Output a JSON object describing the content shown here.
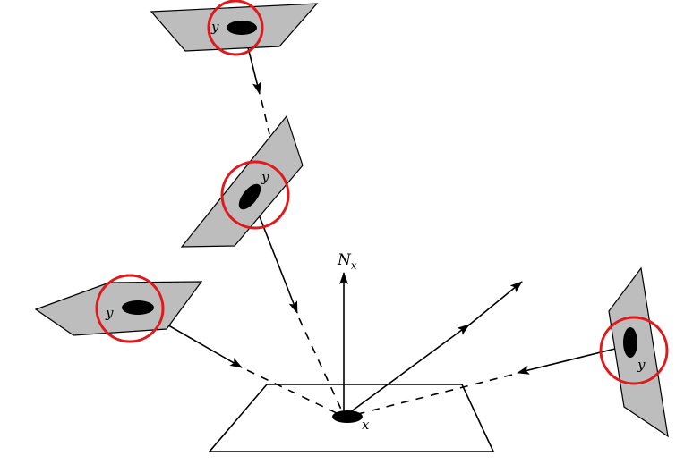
{
  "labels": {
    "normal": "N",
    "normal_subscript": "x",
    "receiver_point": "x",
    "emitter_point": "y"
  },
  "colors": {
    "patch_fill": "#bdbdbd",
    "highlight_circle": "#e0191c",
    "ink": "#000000",
    "receiver_fill": "#ffffff"
  }
}
